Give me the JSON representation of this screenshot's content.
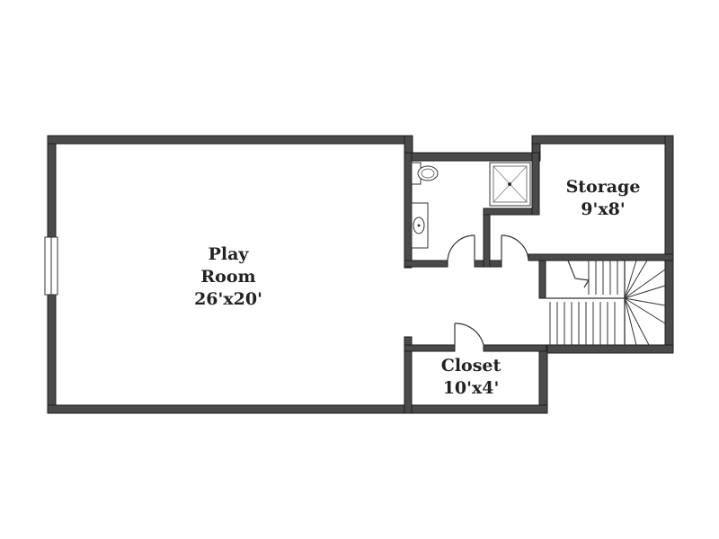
{
  "rooms": {
    "play_room": {
      "name_line1": "Play",
      "name_line2": "Room",
      "size": "26'x20'"
    },
    "storage": {
      "name": "Storage",
      "size": "9'x8'"
    },
    "closet": {
      "name": "Closet",
      "size": "10'x4'"
    }
  },
  "colors": {
    "wall": "#4a4a4a",
    "wall_outline": "#1e1e1e",
    "background": "#ffffff"
  },
  "icons": [
    "toilet-icon",
    "sink-icon",
    "shower-icon",
    "stairs-icon",
    "window-icon",
    "door-swing-icon"
  ]
}
